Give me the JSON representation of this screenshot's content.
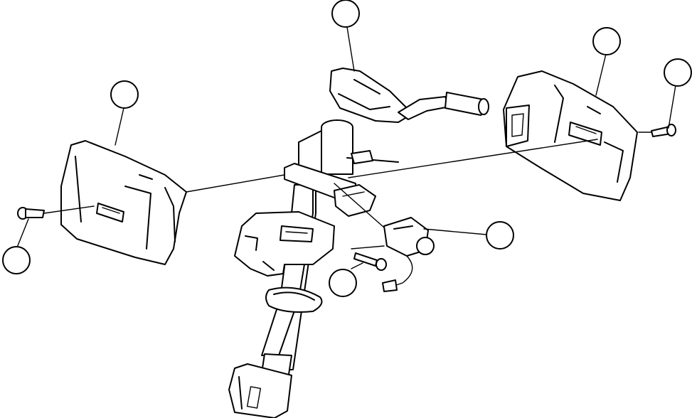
{
  "diagram": {
    "callouts": [
      {
        "id": "column-cover-lower",
        "label": ""
      },
      {
        "id": "combination-switch",
        "label": ""
      },
      {
        "id": "column-cover-upper",
        "label": ""
      },
      {
        "id": "screw-right",
        "label": ""
      },
      {
        "id": "screw-left",
        "label": ""
      },
      {
        "id": "key-lock-cylinder",
        "label": ""
      },
      {
        "id": "screw-center",
        "label": ""
      }
    ]
  }
}
